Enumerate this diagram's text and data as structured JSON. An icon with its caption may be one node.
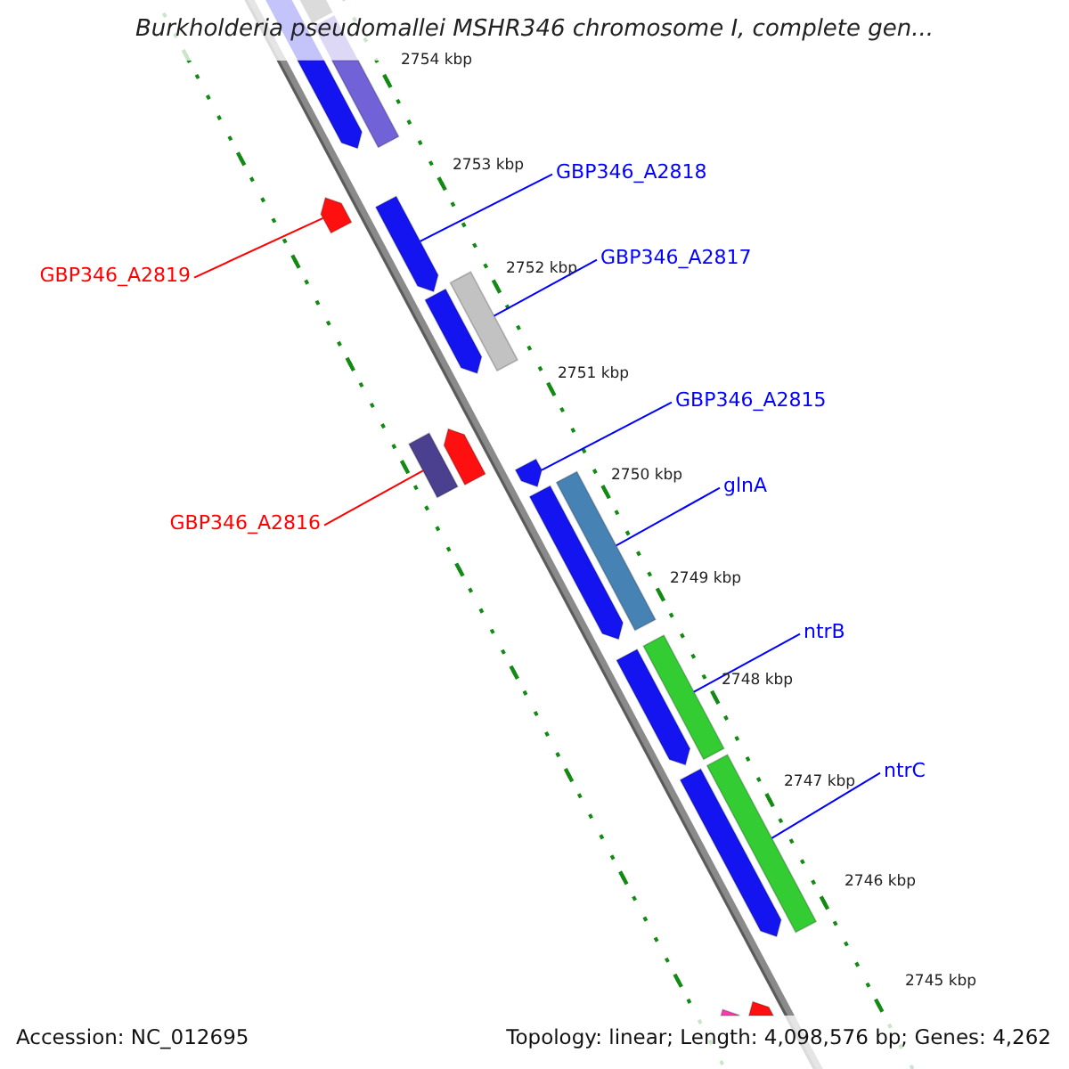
{
  "diagram": {
    "title": "Burkholderia pseudomallei MSHR346 chromosome I, complete gen...",
    "nodes": [
      {
        "text": [
          "GBP346_A2818"
        ]
      },
      {
        "text": [
          "GBP346_A2817"
        ]
      },
      {
        "text": [
          "GBP346_A2819"
        ]
      },
      {
        "text": [
          "GBP346_A2815"
        ]
      },
      {
        "text": [
          "glnA"
        ]
      },
      {
        "text": [
          "GBP346_A2816"
        ]
      },
      {
        "text": [
          "ntrB"
        ]
      },
      {
        "text": [
          "ntrC"
        ]
      },
      {
        "text": [],
        "shape": "arrow"
      },
      {
        "text": [],
        "shape": "bar"
      },
      {
        "text": [],
        "shape": "bar"
      },
      {
        "text": [],
        "shape": "arrow"
      },
      {
        "text": [],
        "shape": "arrow"
      },
      {
        "text": [],
        "shape": "arrow"
      },
      {
        "text": [],
        "shape": "bar"
      },
      {
        "text": [],
        "shape": "bar"
      },
      {
        "text": [],
        "shape": "arrow"
      },
      {
        "text": [],
        "shape": "arrow"
      },
      {
        "text": [],
        "shape": "bar"
      },
      {
        "text": [],
        "shape": "arrow"
      },
      {
        "text": [],
        "shape": "bar"
      },
      {
        "text": [],
        "shape": "arrow"
      },
      {
        "text": [],
        "shape": "bar"
      },
      {
        "text": [],
        "shape": "arrow"
      },
      {
        "text": [],
        "shape": "arrow"
      },
      {
        "text": [],
        "shape": "arrow"
      }
    ],
    "edges": [
      {
        "from": 0,
        "to": 12,
        "arrow": "none"
      },
      {
        "from": 1,
        "to": 14,
        "arrow": "none"
      },
      {
        "from": 2,
        "to": 11,
        "arrow": "none",
        "color": "#ff0000"
      },
      {
        "from": 3,
        "to": 17,
        "arrow": "none"
      },
      {
        "from": 4,
        "to": 18,
        "arrow": "none"
      },
      {
        "from": 5,
        "to": 15,
        "arrow": "none",
        "color": "#ff0000"
      },
      {
        "from": 6,
        "to": 20,
        "arrow": "none"
      },
      {
        "from": 7,
        "to": 22,
        "arrow": "none"
      }
    ],
    "labels": [
      "2754 kbp",
      "2753 kbp",
      "2752 kbp",
      "2751 kbp",
      "2750 kbp",
      "2749 kbp",
      "2748 kbp",
      "2747 kbp",
      "2746 kbp",
      "2745 kbp",
      "Accession: NC_012695",
      "Topology: linear; Length: 4,098,576 bp; Genes: 4,262"
    ]
  }
}
